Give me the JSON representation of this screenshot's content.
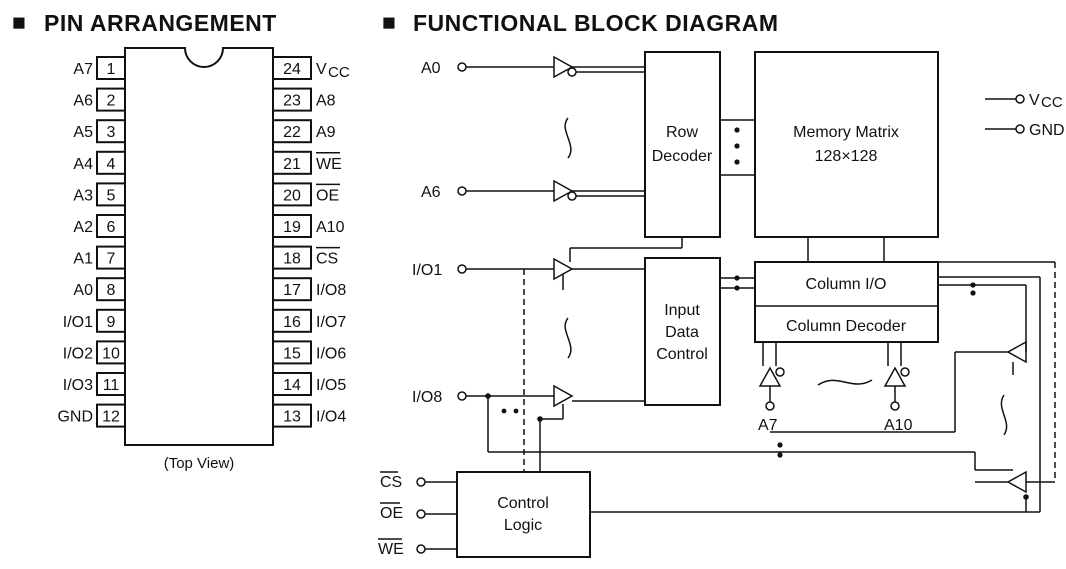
{
  "pin_section": {
    "title": "PIN ARRANGEMENT",
    "bullet": "■",
    "view_label": "(Top View)",
    "left_pins": [
      {
        "num": "1",
        "name": "A7"
      },
      {
        "num": "2",
        "name": "A6"
      },
      {
        "num": "3",
        "name": "A5"
      },
      {
        "num": "4",
        "name": "A4"
      },
      {
        "num": "5",
        "name": "A3"
      },
      {
        "num": "6",
        "name": "A2"
      },
      {
        "num": "7",
        "name": "A1"
      },
      {
        "num": "8",
        "name": "A0"
      },
      {
        "num": "9",
        "name": "I/O1"
      },
      {
        "num": "10",
        "name": "I/O2"
      },
      {
        "num": "11",
        "name": "I/O3"
      },
      {
        "num": "12",
        "name": "GND"
      }
    ],
    "right_pins": [
      {
        "num": "24",
        "name": "VCC",
        "main": "V",
        "sub": "CC"
      },
      {
        "num": "23",
        "name": "A8"
      },
      {
        "num": "22",
        "name": "A9"
      },
      {
        "num": "21",
        "name": "WE",
        "overline": true
      },
      {
        "num": "20",
        "name": "OE",
        "overline": true
      },
      {
        "num": "19",
        "name": "A10"
      },
      {
        "num": "18",
        "name": "CS",
        "overline": true
      },
      {
        "num": "17",
        "name": "I/O8"
      },
      {
        "num": "16",
        "name": "I/O7"
      },
      {
        "num": "15",
        "name": "I/O6"
      },
      {
        "num": "14",
        "name": "I/O5"
      },
      {
        "num": "13",
        "name": "I/O4"
      }
    ]
  },
  "block_section": {
    "title": "FUNCTIONAL BLOCK DIAGRAM",
    "bullet": "■",
    "inputs": {
      "a0": "A0",
      "a6": "A6",
      "io1": "I/O1",
      "io8": "I/O8",
      "cs": "CS",
      "oe": "OE",
      "we": "WE",
      "a7": "A7",
      "a10": "A10"
    },
    "power": {
      "vcc_main": "V",
      "vcc_sub": "CC",
      "gnd": "GND"
    },
    "blocks": {
      "row_decoder": [
        "Row",
        "Decoder"
      ],
      "memory_matrix": [
        "Memory Matrix",
        "128×128"
      ],
      "input_data_control": [
        "Input",
        "Data",
        "Control"
      ],
      "column_io": "Column I/O",
      "column_decoder": "Column Decoder",
      "control_logic": [
        "Control",
        "Logic"
      ]
    }
  }
}
